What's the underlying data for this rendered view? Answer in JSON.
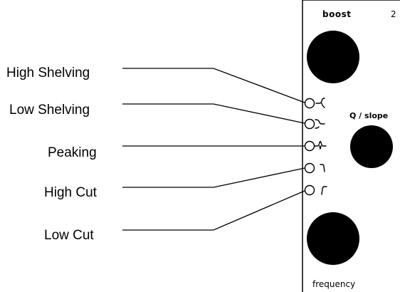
{
  "panel": {
    "top_label": "boost",
    "channel_number": "2",
    "mid_label": "Q / slope",
    "bottom_label": "frequency"
  },
  "filter_modes": [
    {
      "label": "High Shelving",
      "icon": "high-shelving-icon"
    },
    {
      "label": "Low Shelving",
      "icon": "low-shelving-icon"
    },
    {
      "label": "Peaking",
      "icon": "peaking-icon"
    },
    {
      "label": "High Cut",
      "icon": "high-cut-icon"
    },
    {
      "label": "Low Cut",
      "icon": "low-cut-icon"
    }
  ],
  "colors": {
    "ink": "#000000",
    "background": "#ffffff"
  }
}
